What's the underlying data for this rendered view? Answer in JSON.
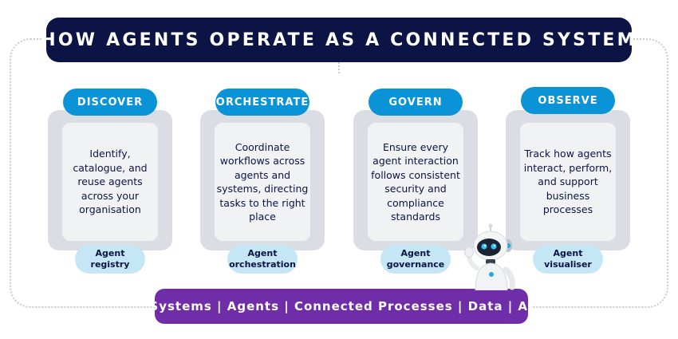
{
  "title": "HOW AGENTS OPERATE AS A CONNECTED SYSTEM",
  "columns": [
    {
      "heading": "DISCOVER",
      "description": "Identify, catalogue, and reuse agents across your organisation",
      "badge_line1": "Agent",
      "badge_line2": "registry"
    },
    {
      "heading": "ORCHESTRATE",
      "description": "Coordinate workflows across agents and systems, directing tasks to the right place",
      "badge_line1": "Agent",
      "badge_line2": "orchestration"
    },
    {
      "heading": "GOVERN",
      "description": "Ensure every agent interaction follows consistent security and compliance standards",
      "badge_line1": "Agent",
      "badge_line2": "governance"
    },
    {
      "heading": "OBSERVE",
      "description": "Track how agents interact, perform, and support business processes",
      "badge_line1": "Agent",
      "badge_line2": "visualiser"
    }
  ],
  "foundation": "Systems | Agents | Connected Processes | Data | AI",
  "colors": {
    "title_banner": "#0c1445",
    "pill": "#0a93d6",
    "card_outer": "#dadde3",
    "card_inner": "#f1f2f4",
    "badge": "#c5e6f5",
    "foundation_bar": "#6f2ea8"
  },
  "icons": {
    "mascot": "robot-mascot-icon"
  }
}
